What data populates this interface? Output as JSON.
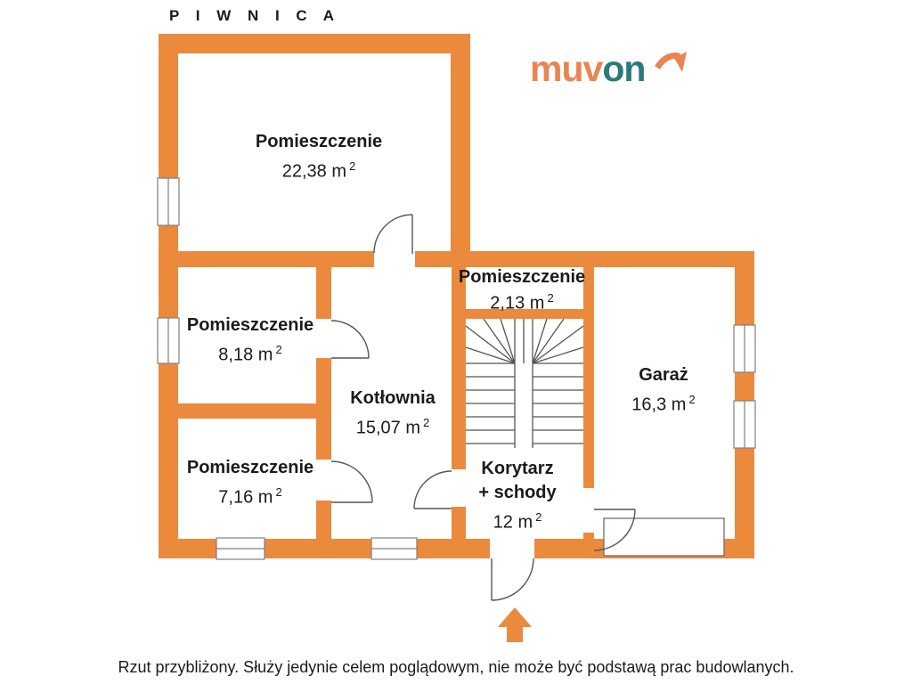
{
  "title": "P I W N I C A",
  "logo": {
    "part1": "muv",
    "part2": "on"
  },
  "rooms": [
    {
      "name": "Pomieszczenie",
      "area": "22,38 m",
      "sup": "2"
    },
    {
      "name": "Pomieszczenie",
      "area": "8,18 m",
      "sup": "2"
    },
    {
      "name": "Pomieszczenie",
      "area": "7,16 m",
      "sup": "2"
    },
    {
      "name": "Kotłownia",
      "area": "15,07 m",
      "sup": "2"
    },
    {
      "name": "Pomieszczenie",
      "area": "2,13 m",
      "sup": "2"
    },
    {
      "name": "Korytarz",
      "name2": "+ schody",
      "area": "12 m",
      "sup": "2"
    },
    {
      "name": "Garaż",
      "area": "16,3 m",
      "sup": "2"
    }
  ],
  "footer": {
    "disclaimer": "Rzut przybliżony. Służy jedynie celem poglądowym, nie może być podstawą prac budowlanych."
  },
  "colors": {
    "wall_orange": "#EB8A3D",
    "logo_orange": "#E98551",
    "logo_teal": "#2A7A7C",
    "line_gray": "#555555",
    "text": "#1B1B1B"
  }
}
